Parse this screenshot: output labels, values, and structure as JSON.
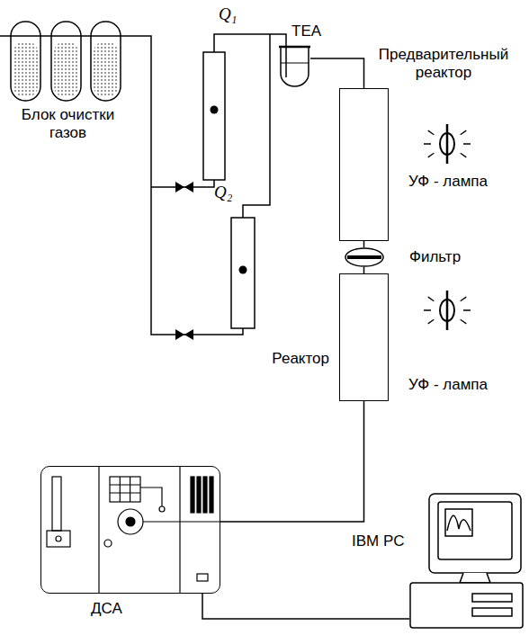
{
  "diagram": {
    "nodes": [
      {
        "text": [
          "TEA"
        ]
      },
      {
        "text": [
          "Предварительный реактор"
        ]
      },
      {
        "text": [
          "Фильтр"
        ]
      },
      {
        "text": [
          "Реактор"
        ]
      },
      {
        "text": [
          "ДСА"
        ]
      },
      {
        "text": [
          "IBM PC"
        ]
      }
    ],
    "edges": [
      {
        "from": 0,
        "to": 1,
        "arrow": "none"
      },
      {
        "from": 1,
        "to": 2,
        "arrow": "none"
      },
      {
        "from": 2,
        "to": 3,
        "arrow": "none"
      },
      {
        "from": 3,
        "to": 4,
        "arrow": "none"
      },
      {
        "from": 4,
        "to": 5,
        "arrow": "none"
      }
    ],
    "labels": [
      "Q₁",
      "Q₂",
      "Блок очистки газов",
      "УФ - лампа",
      "УФ - лампа"
    ]
  }
}
